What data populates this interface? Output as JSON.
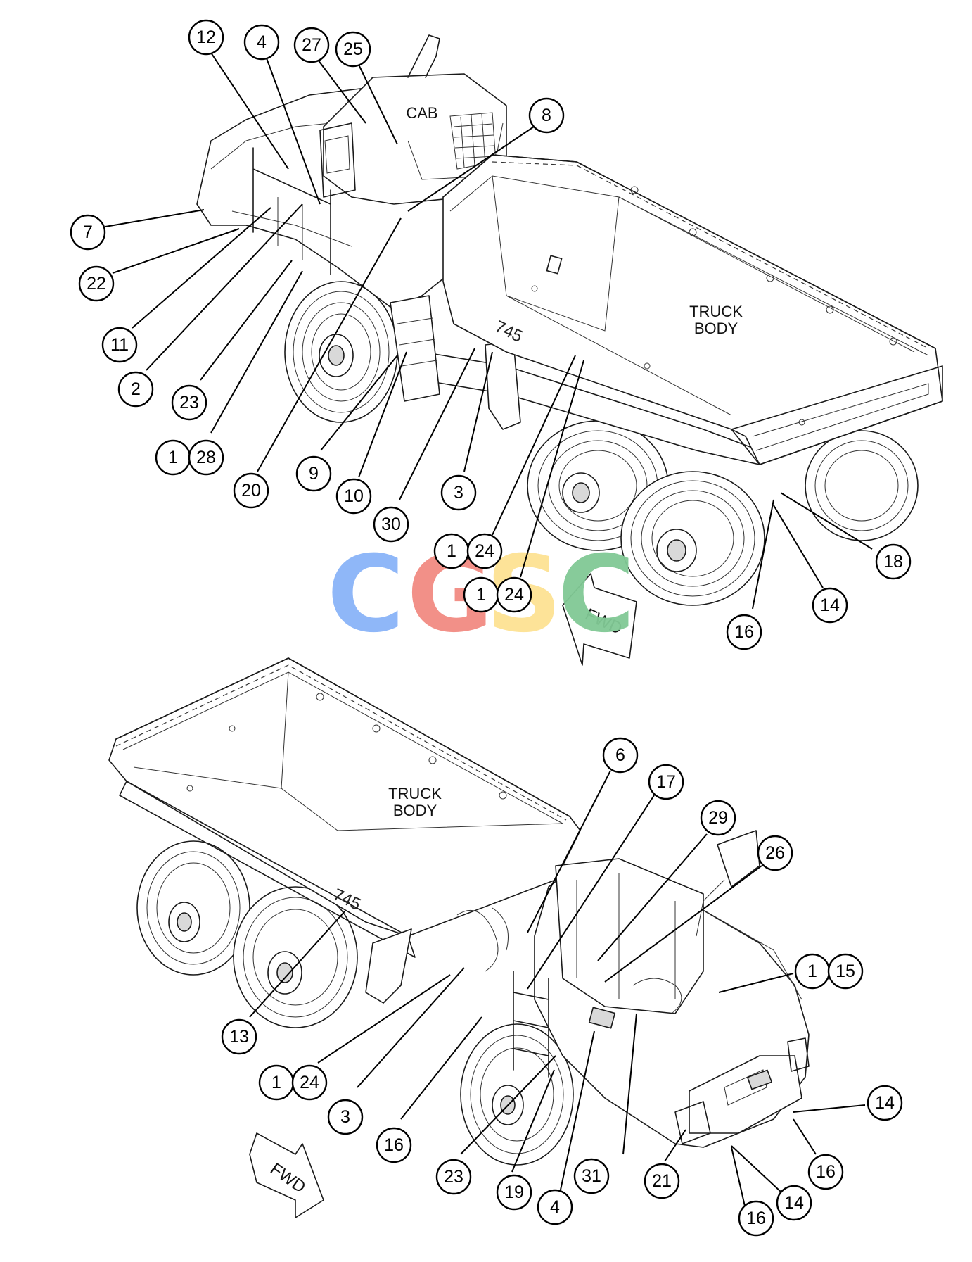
{
  "labels": {
    "cab": "CAB",
    "truck_body_top_line1": "TRUCK",
    "truck_body_top_line2": "BODY",
    "truck_body_bottom_line1": "TRUCK",
    "truck_body_bottom_line2": "BODY",
    "model_top": "745",
    "model_bottom": "745",
    "fwd_top": "FWD",
    "fwd_bottom": "FWD"
  },
  "watermark": {
    "letters": [
      "C",
      "G",
      "S",
      "C"
    ],
    "colors": [
      "#8ab4f8",
      "#f28b82",
      "#fde293",
      "#81c995"
    ]
  },
  "callouts": {
    "top": [
      "12",
      "4",
      "27",
      "25",
      "8",
      "7",
      "22",
      "11",
      "2",
      "23",
      "1",
      "28",
      "20",
      "9",
      "10",
      "30",
      "3",
      "1",
      "24",
      "1",
      "24",
      "16",
      "14",
      "18"
    ],
    "bottom": [
      "6",
      "17",
      "29",
      "26",
      "1",
      "15",
      "13",
      "1",
      "24",
      "3",
      "16",
      "23",
      "19",
      "4",
      "31",
      "21",
      "14",
      "16",
      "14",
      "16"
    ]
  }
}
